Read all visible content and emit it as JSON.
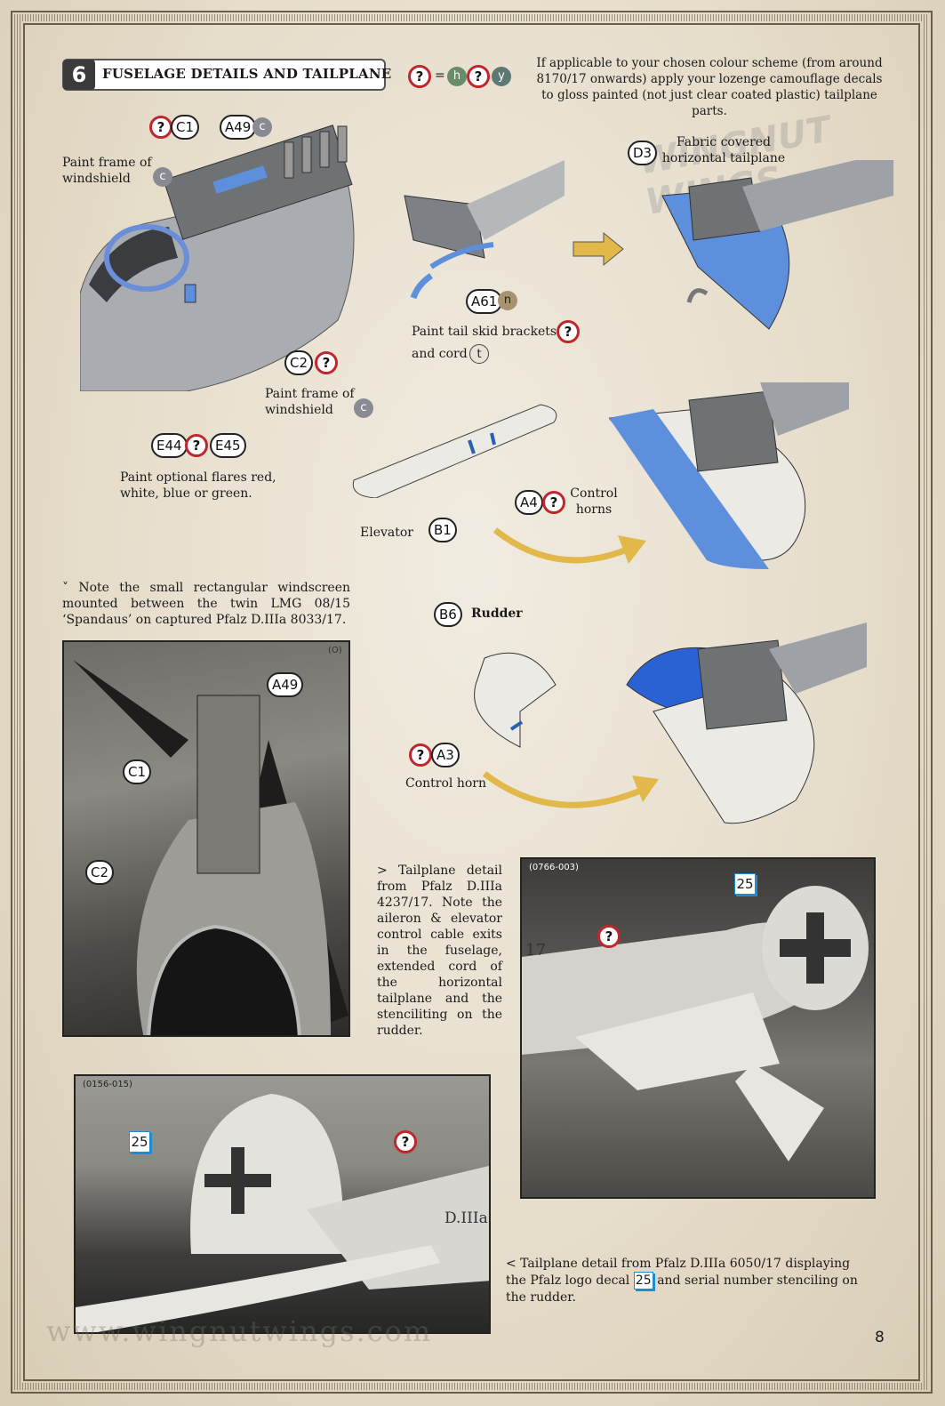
{
  "header": {
    "step_number": "6",
    "title": "FUSELAGE DETAILS AND TAILPLANE",
    "legend_equals": "=",
    "legend_h": "h",
    "legend_y": "y",
    "legend_q": "?",
    "note": "If applicable to your chosen colour scheme (from around 8170/17 onwards) apply your lozenge camouflage decals to gloss painted (not just clear coated plastic) tailplane parts."
  },
  "fuselage_diagram": {
    "part_c1": "C1",
    "part_a49": "A49",
    "paint_c": "c",
    "label_frame_top": "Paint frame of windshield",
    "part_c2": "C2",
    "label_frame_bottom": "Paint frame of windshield",
    "part_e44": "E44",
    "part_e45": "E45",
    "label_flares": "Paint optional flares red, white, blue or green.",
    "q": "?"
  },
  "tailskid_diagram": {
    "part_a61": "A61",
    "paint_n": "n",
    "label_brackets": "Paint tail skid brackets",
    "label_cord": "and cord",
    "paint_t": "t",
    "part_d3": "D3",
    "label_fabric": "Fabric covered horizontal tailplane",
    "q": "?"
  },
  "elevator_diagram": {
    "label_elevator": "Elevator",
    "part_b1": "B1",
    "part_a4": "A4",
    "label_control_horns": "Control horns",
    "q": "?"
  },
  "rudder_diagram": {
    "part_b6": "B6",
    "label_rudder": "Rudder",
    "part_a3": "A3",
    "label_control_horn": "Control horn",
    "q": "?"
  },
  "notes": {
    "windscreen_note": "˅ Note the small rectangular windscreen mounted between the twin LMG 08/15 ‘Spandaus’ on captured Pfalz D.IIIa 8033/17.",
    "tailplane_note_1": "> Tailplane detail from Pfalz D.IIIa 4237/17. Note the aileron & elevator control cable exits in the fuselage, extended cord of the horizontal tailplane and the stenciliting on the rudder.",
    "tailplane_note_2_a": "< Tailplane detail from Pfalz D.IIIa 6050/17 displaying the Pfalz logo decal",
    "tailplane_note_2_decal": "25",
    "tailplane_note_2_b": "and serial number stenciling on the rudder."
  },
  "photos": {
    "photo1_credit": "(O)",
    "photo1_a49": "A49",
    "photo1_c1": "C1",
    "photo1_c2": "C2",
    "photo2_id": "(0766-003)",
    "photo2_decal": "25",
    "photo2_q": "?",
    "photo2_serial": "17",
    "photo3_id": "(0156-015)",
    "photo3_decal": "25",
    "photo3_q": "?",
    "photo3_serial": "D.IIIa"
  },
  "footer": {
    "website": "www.wingnutwings.com",
    "page_number": "8",
    "logo_watermark": "WINGNUT WINGS"
  },
  "colors": {
    "accent_red": "#c0262d",
    "decal_blue": "#1a8fd0",
    "tailplane_blue": "#5d8fdc"
  }
}
